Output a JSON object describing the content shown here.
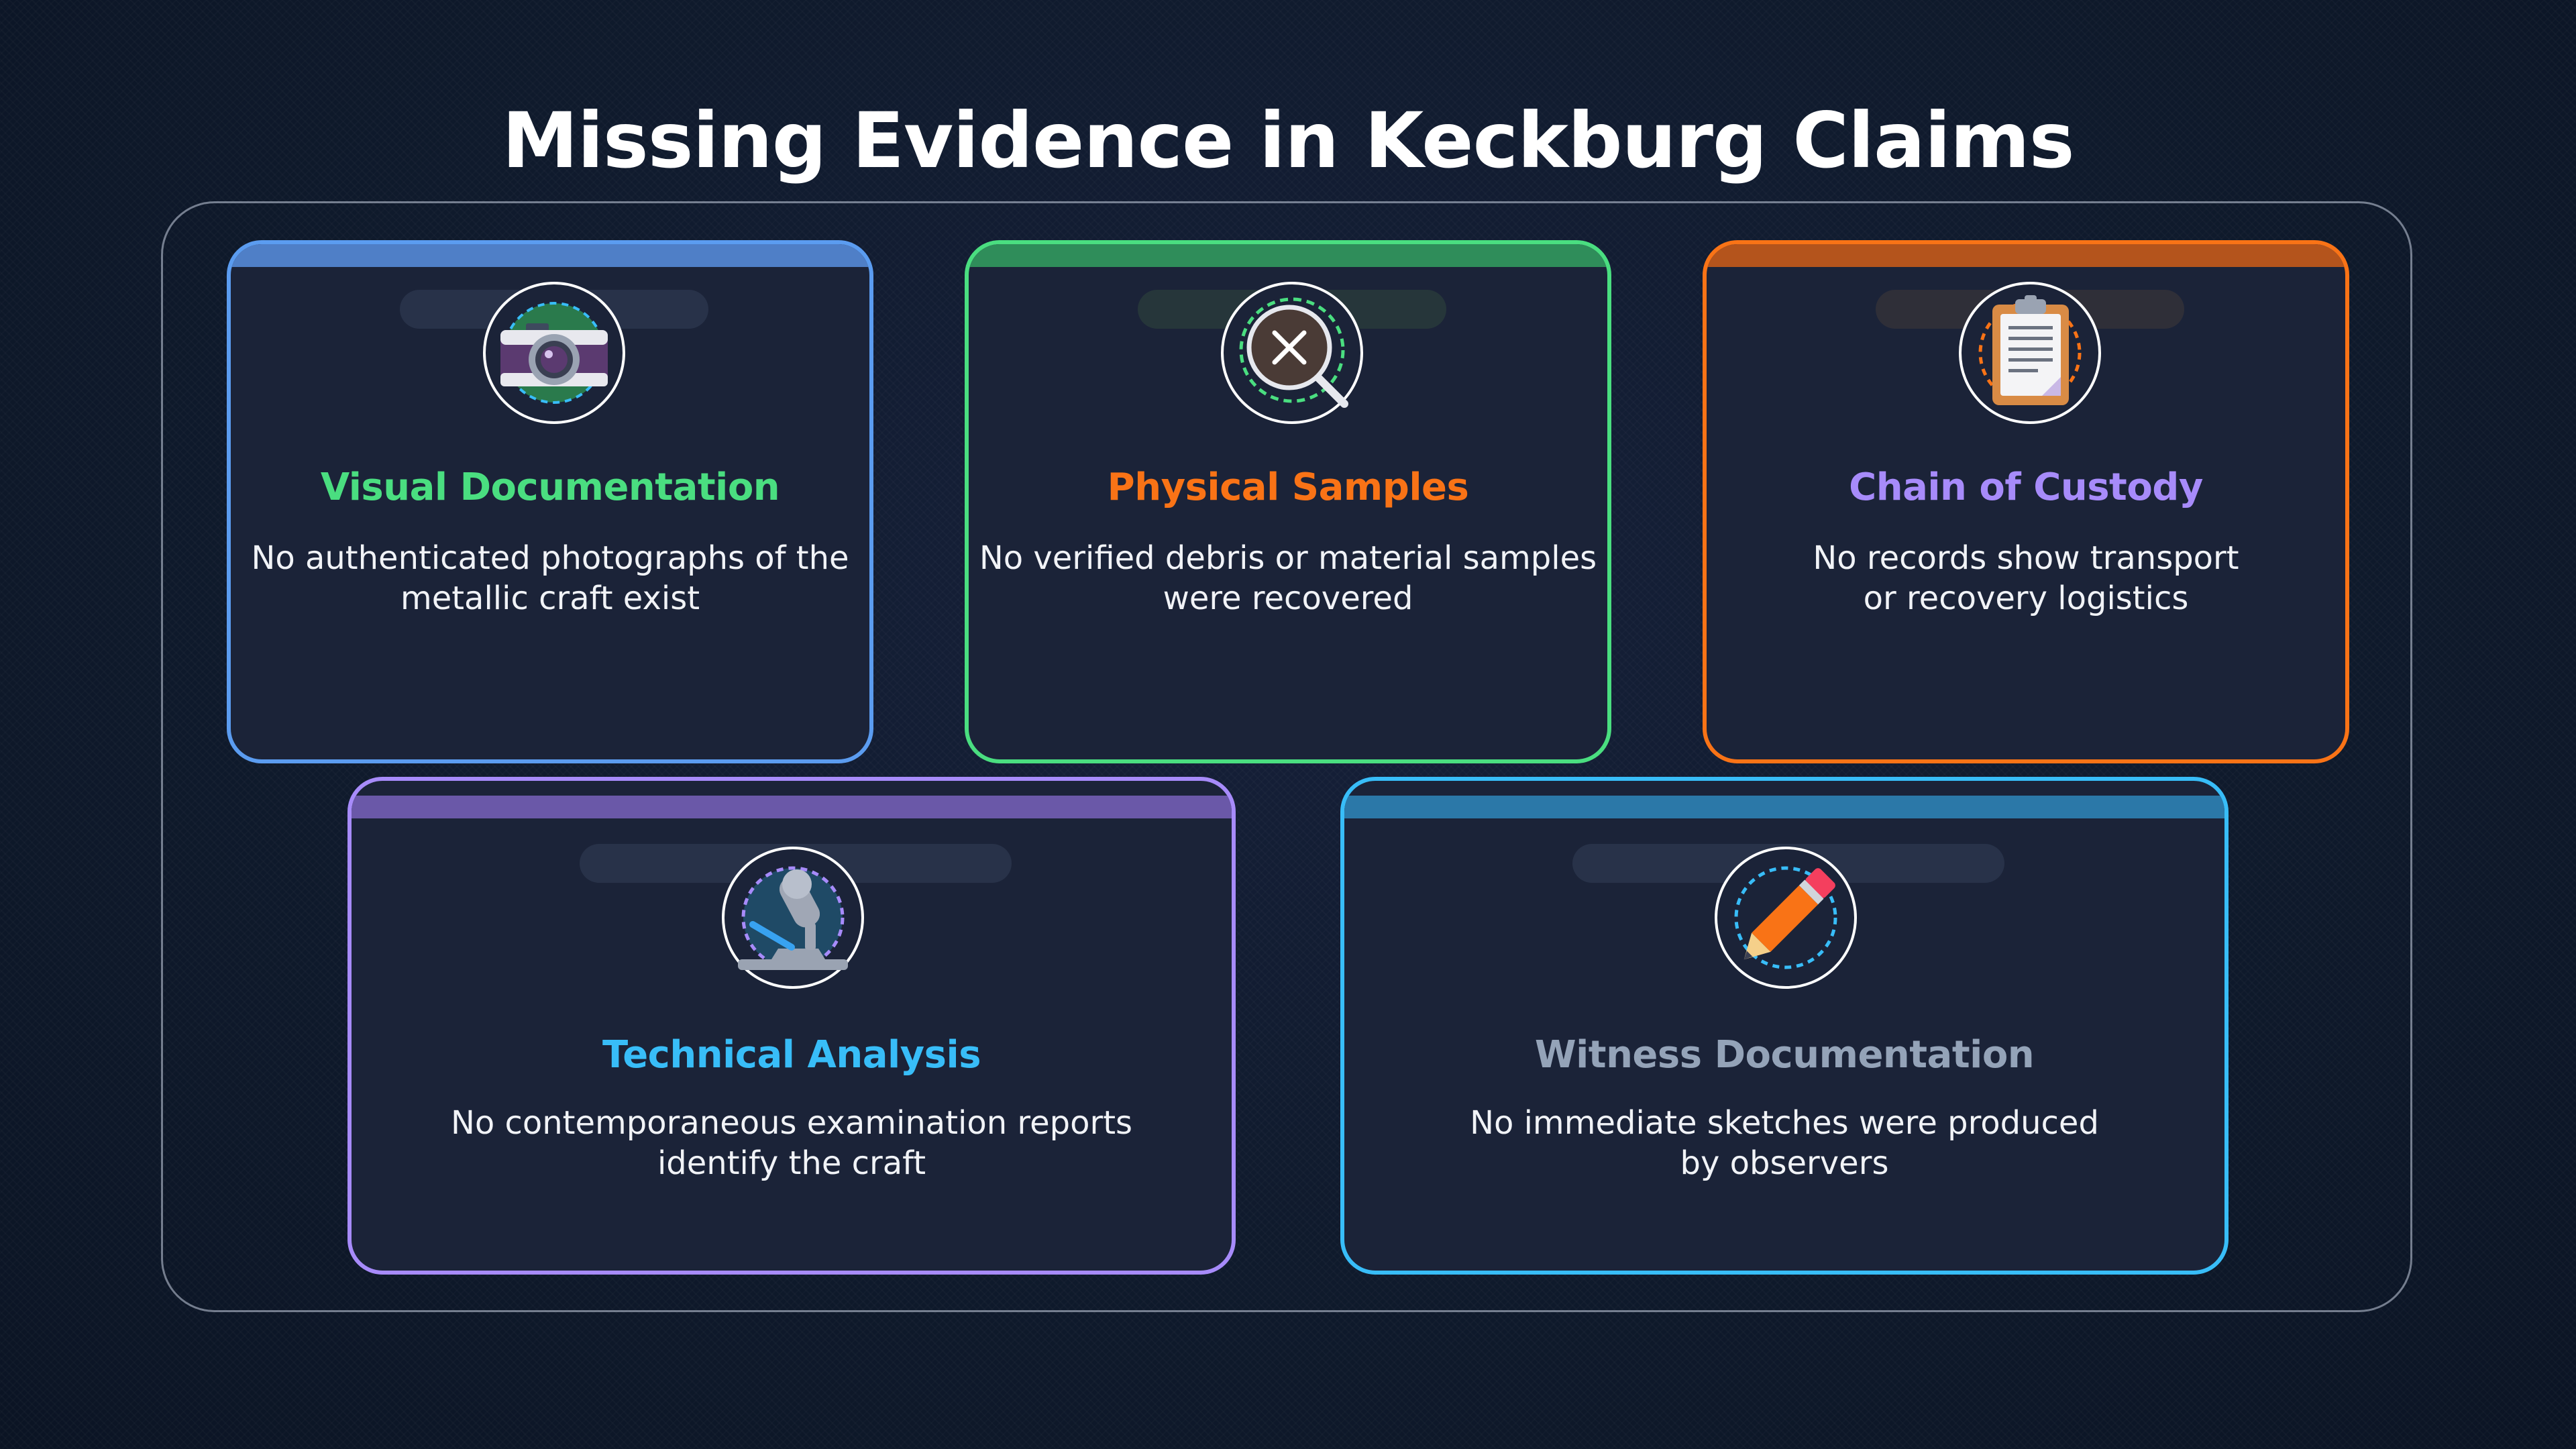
{
  "title": "Missing Evidence in Keckburg Claims",
  "cards": [
    {
      "title": "Visual Documentation",
      "desc_line1": "No authenticated photographs of the",
      "desc_line2": "metallic craft exist",
      "icon": "camera-icon",
      "border_color": "#5b9cf0",
      "title_color": "#4ade80"
    },
    {
      "title": "Physical Samples",
      "desc_line1": "No verified debris or material samples",
      "desc_line2": "were recovered",
      "icon": "magnifier-x-icon",
      "border_color": "#4ade80",
      "title_color": "#f97316"
    },
    {
      "title": "Chain of Custody",
      "desc_line1": "No records show transport",
      "desc_line2": "or recovery logistics",
      "icon": "clipboard-icon",
      "border_color": "#f97316",
      "title_color": "#a78bfa"
    },
    {
      "title": "Technical Analysis",
      "desc_line1": "No contemporaneous examination reports",
      "desc_line2": "identify the craft",
      "icon": "microscope-icon",
      "border_color": "#a78bfa",
      "title_color": "#38bdf8"
    },
    {
      "title": "Witness Documentation",
      "desc_line1": "No immediate sketches were produced",
      "desc_line2": "by observers",
      "icon": "pencil-icon",
      "border_color": "#38bdf8",
      "title_color": "#94a3b8"
    }
  ]
}
